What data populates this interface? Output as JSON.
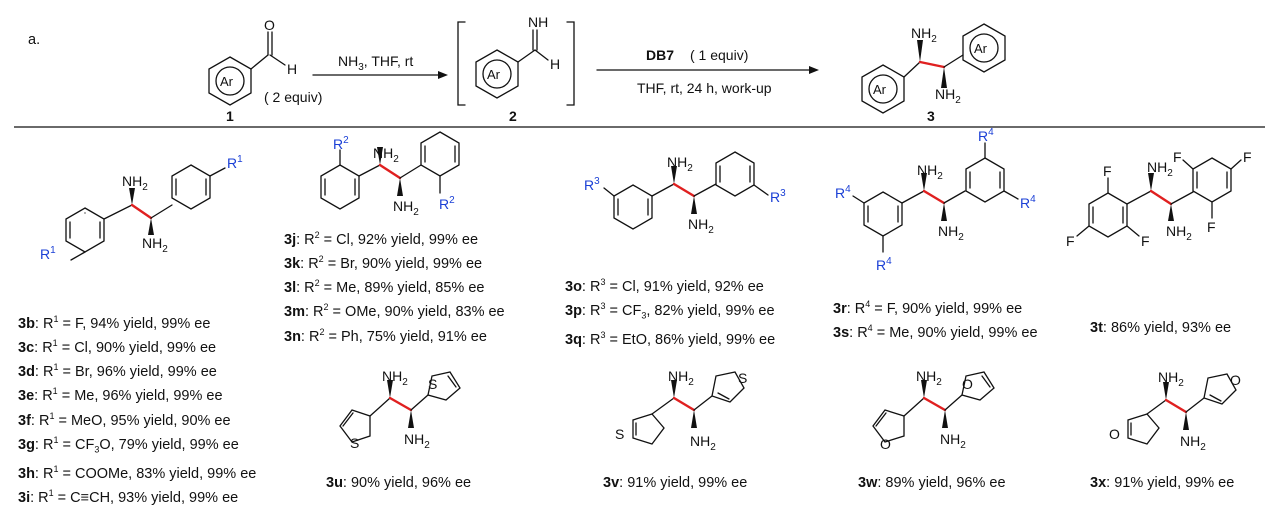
{
  "panel_label": "a.",
  "scheme": {
    "reactant": {
      "ring_label": "Ar",
      "h": "H",
      "equiv": "( 2 equiv)",
      "number": "1"
    },
    "arrow1": {
      "reagents": "NH3, THF, rt"
    },
    "intermediate": {
      "ring_label": "Ar",
      "nh": "NH",
      "h": "H",
      "number": "2"
    },
    "arrow2": {
      "catalyst": "DB7",
      "catalyst_equiv": "( 1 equiv)",
      "conditions": "THF, rt, 24 h, work-up"
    },
    "product": {
      "ring_label": "Ar",
      "nh2": "NH2",
      "number": "3"
    }
  },
  "substrates": {
    "series_b_i": [
      "3b: R1 = F, 94% yield, 99% ee",
      "3c: R1 = Cl, 90% yield, 99% ee",
      "3d: R1 = Br, 96% yield, 99% ee",
      "3e: R1 = Me, 96% yield, 99% ee",
      "3f: R1 = MeO, 95% yield, 90% ee",
      "3g: R1 = CF3O, 79% yield, 99% ee",
      "3h: R1 = COOMe, 83% yield, 99% ee",
      "3i: R1 = C≡CH, 93% yield, 99% ee"
    ],
    "series_j_n": [
      "3j: R2 = Cl, 92% yield, 99% ee",
      "3k: R2 = Br, 90% yield, 99% ee",
      "3l: R2 = Me, 89% yield, 85% ee",
      "3m: R2 = OMe, 90% yield, 83% ee",
      "3n: R2 = Ph, 75% yield, 91% ee"
    ],
    "series_o_q": [
      "3o: R3 = Cl, 91% yield, 92% ee",
      "3p: R3 = CF3, 82% yield, 99% ee",
      "3q: R3 = EtO, 86% yield, 99% ee"
    ],
    "series_r_s": [
      "3r: R4 = F, 90% yield, 99% ee",
      "3s: R4 = Me, 90% yield, 99% ee"
    ],
    "t": "3t: 86% yield, 93% ee",
    "u": "3u: 90% yield, 96% ee",
    "v": "3v: 91% yield, 99% ee",
    "w": "3w: 89% yield, 96% ee",
    "x": "3x: 91% yield, 99% ee"
  },
  "structure_labels": {
    "r1": "R1",
    "r2": "R2",
    "r3": "R3",
    "r4": "R4",
    "f": "F",
    "s": "S",
    "o": "O",
    "nh2": "NH2"
  },
  "colors": {
    "bond": "#111111",
    "stereo_bond": "#e02020",
    "substituent": "#1a3fd6"
  }
}
